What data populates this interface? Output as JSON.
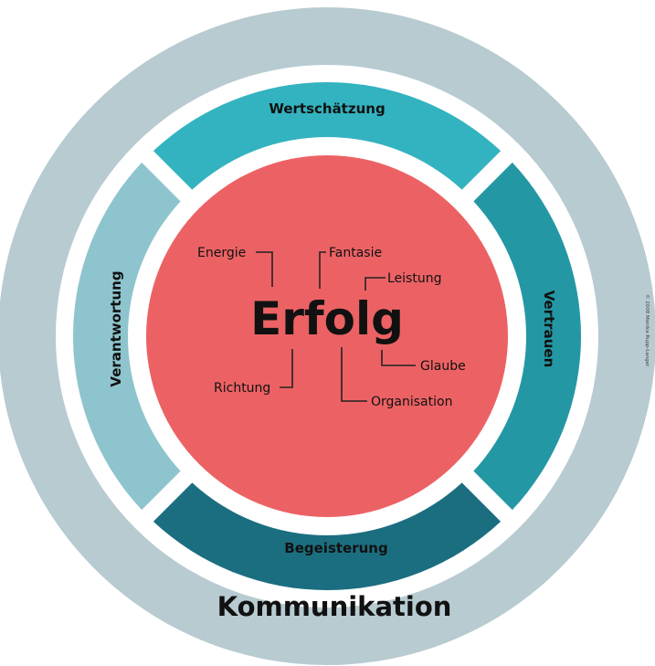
{
  "diagram": {
    "outer_ring": {
      "label": "Kommunikation"
    },
    "segments": {
      "top": {
        "label": "Wertschätzung"
      },
      "right": {
        "label": "Vertrauen"
      },
      "bottom": {
        "label": "Begeisterung"
      },
      "left": {
        "label": "Verantwortung"
      }
    },
    "center": {
      "title": "Erfolg",
      "factors": {
        "energie": "Energie",
        "fantasie": "Fantasie",
        "leistung": "Leistung",
        "glaube": "Glaube",
        "organisation": "Organisation",
        "richtung": "Richtung"
      }
    },
    "copyright": "© 2008 Monika Rupp-Langer"
  },
  "colors": {
    "outer_ring": "#b7cbd1",
    "segment_top": "#33b3bf",
    "segment_right": "#2497a4",
    "segment_bottom": "#1b6e80",
    "segment_left": "#8ec4cd",
    "center": "#ec6264",
    "text": "#111111"
  }
}
